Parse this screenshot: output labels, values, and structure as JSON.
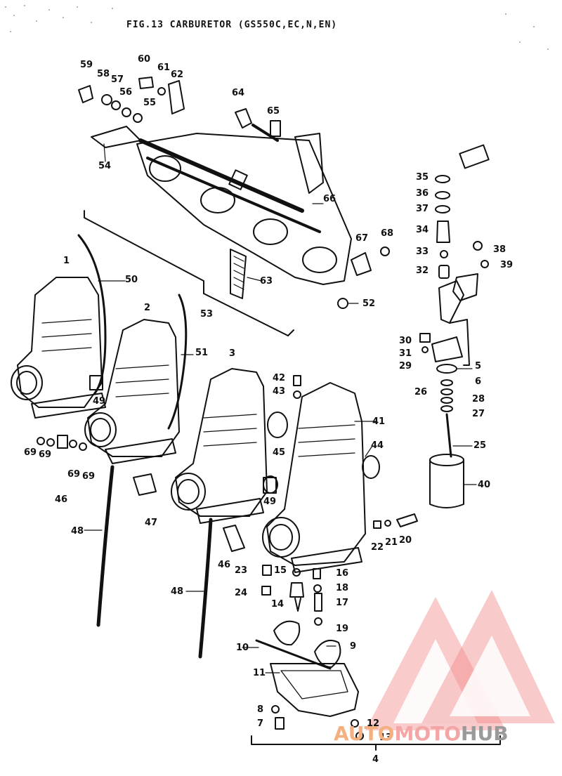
{
  "figure": {
    "title": "FIG.13  CARBURETOR (GS550C,EC,N,EN)"
  },
  "labels": [
    {
      "id": "l59",
      "text": "59"
    },
    {
      "id": "l58",
      "text": "58"
    },
    {
      "id": "l57",
      "text": "57"
    },
    {
      "id": "l56",
      "text": "56"
    },
    {
      "id": "l55",
      "text": "55"
    },
    {
      "id": "l60",
      "text": "60"
    },
    {
      "id": "l61",
      "text": "61"
    },
    {
      "id": "l62",
      "text": "62"
    },
    {
      "id": "l64",
      "text": "64"
    },
    {
      "id": "l65",
      "text": "65"
    },
    {
      "id": "l54",
      "text": "54"
    },
    {
      "id": "l66",
      "text": "66"
    },
    {
      "id": "l67",
      "text": "67"
    },
    {
      "id": "l68",
      "text": "68"
    },
    {
      "id": "l63",
      "text": "63"
    },
    {
      "id": "l53",
      "text": "53"
    },
    {
      "id": "l52",
      "text": "52"
    },
    {
      "id": "l50",
      "text": "50"
    },
    {
      "id": "l51",
      "text": "51"
    },
    {
      "id": "l1",
      "text": "1"
    },
    {
      "id": "l2",
      "text": "2"
    },
    {
      "id": "l3",
      "text": "3"
    },
    {
      "id": "l35",
      "text": "35"
    },
    {
      "id": "l36",
      "text": "36"
    },
    {
      "id": "l37",
      "text": "37"
    },
    {
      "id": "l34",
      "text": "34"
    },
    {
      "id": "l33",
      "text": "33"
    },
    {
      "id": "l38",
      "text": "38"
    },
    {
      "id": "l32",
      "text": "32"
    },
    {
      "id": "l39",
      "text": "39"
    },
    {
      "id": "l30",
      "text": "30"
    },
    {
      "id": "l31",
      "text": "31"
    },
    {
      "id": "l29",
      "text": "29"
    },
    {
      "id": "l5",
      "text": "5"
    },
    {
      "id": "l6",
      "text": "6"
    },
    {
      "id": "l26",
      "text": "26"
    },
    {
      "id": "l28",
      "text": "28"
    },
    {
      "id": "l27",
      "text": "27"
    },
    {
      "id": "l25",
      "text": "25"
    },
    {
      "id": "l40",
      "text": "40"
    },
    {
      "id": "l42",
      "text": "42"
    },
    {
      "id": "l43",
      "text": "43"
    },
    {
      "id": "l41",
      "text": "41"
    },
    {
      "id": "l44",
      "text": "44"
    },
    {
      "id": "l45",
      "text": "45"
    },
    {
      "id": "l49a",
      "text": "49"
    },
    {
      "id": "l49b",
      "text": "49"
    },
    {
      "id": "l69a",
      "text": "69"
    },
    {
      "id": "l69b",
      "text": "69"
    },
    {
      "id": "l69c",
      "text": "69"
    },
    {
      "id": "l69d",
      "text": "69"
    },
    {
      "id": "l46a",
      "text": "46"
    },
    {
      "id": "l47",
      "text": "47"
    },
    {
      "id": "l48a",
      "text": "48"
    },
    {
      "id": "l46b",
      "text": "46"
    },
    {
      "id": "l48b",
      "text": "48"
    },
    {
      "id": "l23",
      "text": "23"
    },
    {
      "id": "l15",
      "text": "15"
    },
    {
      "id": "l16",
      "text": "16"
    },
    {
      "id": "l18",
      "text": "18"
    },
    {
      "id": "l24",
      "text": "24"
    },
    {
      "id": "l14",
      "text": "14"
    },
    {
      "id": "l17",
      "text": "17"
    },
    {
      "id": "l19",
      "text": "19"
    },
    {
      "id": "l22",
      "text": "22"
    },
    {
      "id": "l21",
      "text": "21"
    },
    {
      "id": "l20",
      "text": "20"
    },
    {
      "id": "l10",
      "text": "10"
    },
    {
      "id": "l9",
      "text": "9"
    },
    {
      "id": "l11",
      "text": "11"
    },
    {
      "id": "l8",
      "text": "8"
    },
    {
      "id": "l7",
      "text": "7"
    },
    {
      "id": "l12",
      "text": "12"
    },
    {
      "id": "l13",
      "text": "13"
    },
    {
      "id": "l4",
      "text": "4"
    }
  ],
  "watermark": {
    "part1": "AUTO",
    "part2": "MOTO",
    "part3": "HUB",
    "colors": {
      "auto": "#f4b080",
      "moto": "#f2a6a6",
      "hub": "#9a9a9a",
      "mark": "#f08a8a"
    }
  }
}
